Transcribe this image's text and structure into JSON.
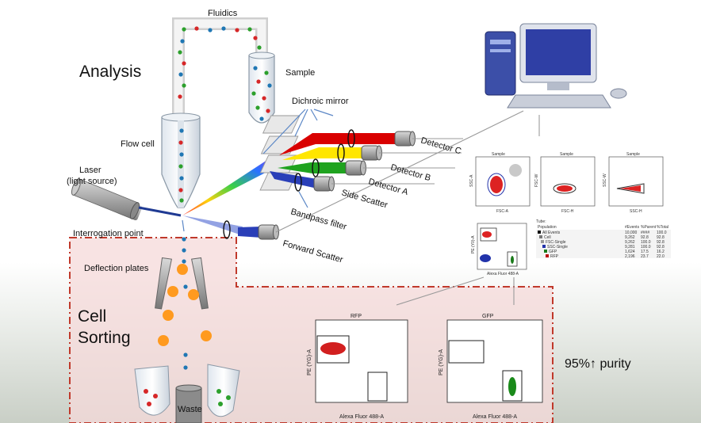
{
  "labels": {
    "fluidics": "Fluidics",
    "analysis": "Analysis",
    "sample": "Sample",
    "dichroic_mirror": "Dichroic mirror",
    "flow_cell": "Flow cell",
    "detector_c": "Detector C",
    "detector_b": "Detector B",
    "detector_a": "Detector A",
    "side_scatter": "Side Scatter",
    "laser_line1": "Laser",
    "laser_line2": "(light source)",
    "bandpass_filter": "Bandpass filter",
    "interrogation_point": "Interrogation point",
    "forward_scatter": "Forward Scatter",
    "deflection_plates": "Deflection plates",
    "cell_line1": "Cell",
    "cell_line2": "Sorting",
    "waste": "Waste",
    "purity": "95%↑ purity"
  },
  "colors": {
    "detector_c": "#b00000",
    "detector_b": "#e0a070",
    "detector_a": "#2aa02a",
    "sort_region_border": "#c0392b",
    "sort_region_fill": "#f6dada"
  },
  "plots": {
    "sample_title": "Sample",
    "plot1": {
      "x_axis": "FSC-A",
      "y_axis": "SSC-A"
    },
    "plot2": {
      "x_axis": "FSC-H",
      "y_axis": "FSC-W"
    },
    "plot3": {
      "x_axis": "SSC-H",
      "y_axis": "SSC-W"
    },
    "plot4": {
      "x_axis": "Alexa Fluor 488-A",
      "y_axis": "PE (Y0)-A"
    },
    "tube_label": "Tube:",
    "rfp_plot": {
      "title": "RFP",
      "x_axis": "Alexa Fluor 488-A",
      "y_axis": "PE (YG)-A"
    },
    "gfp_plot": {
      "title": "GFP",
      "x_axis": "Alexa Fluor 488-A",
      "y_axis": "PE (YG)-A"
    }
  },
  "population_table": {
    "headers": [
      "Population",
      "#Events",
      "%Parent",
      "%Total"
    ],
    "rows": [
      {
        "name": "All Events",
        "events": "10,000",
        "parent": "####",
        "total": "100.0",
        "color": "#111111"
      },
      {
        "name": "Cell",
        "events": "9,262",
        "parent": "92.8",
        "total": "92.8",
        "color": "#777777"
      },
      {
        "name": "FSC-Single",
        "events": "9,262",
        "parent": "100.0",
        "total": "92.8",
        "color": "#999999"
      },
      {
        "name": "SSC-Single",
        "events": "9,281",
        "parent": "100.0",
        "total": "92.8",
        "color": "#2233aa"
      },
      {
        "name": "GFP",
        "events": "1,624",
        "parent": "17.5",
        "total": "16.2",
        "color": "#1a7a1a"
      },
      {
        "name": "RFP",
        "events": "2,196",
        "parent": "23.7",
        "total": "22.0",
        "color": "#bb1111"
      }
    ]
  }
}
